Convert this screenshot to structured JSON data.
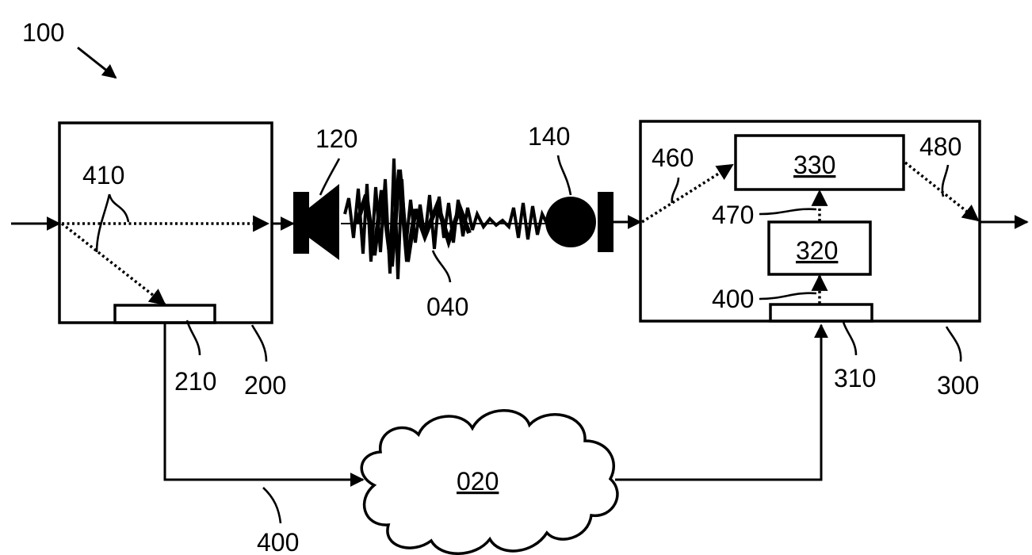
{
  "figure": {
    "system_ref": "100",
    "left_device_ref": "200",
    "left_device_module_ref": "210",
    "left_paths_ref": "410",
    "speaker_ref": "120",
    "sound_wave_ref": "040",
    "microphone_ref": "140",
    "right_device_ref": "300",
    "right_module_310_ref": "310",
    "block_320_ref": "320",
    "block_330_ref": "330",
    "path_400_right_ref": "400",
    "path_460_ref": "460",
    "path_470_ref": "470",
    "path_480_ref": "480",
    "network_ref": "020",
    "network_link_ref": "400"
  }
}
